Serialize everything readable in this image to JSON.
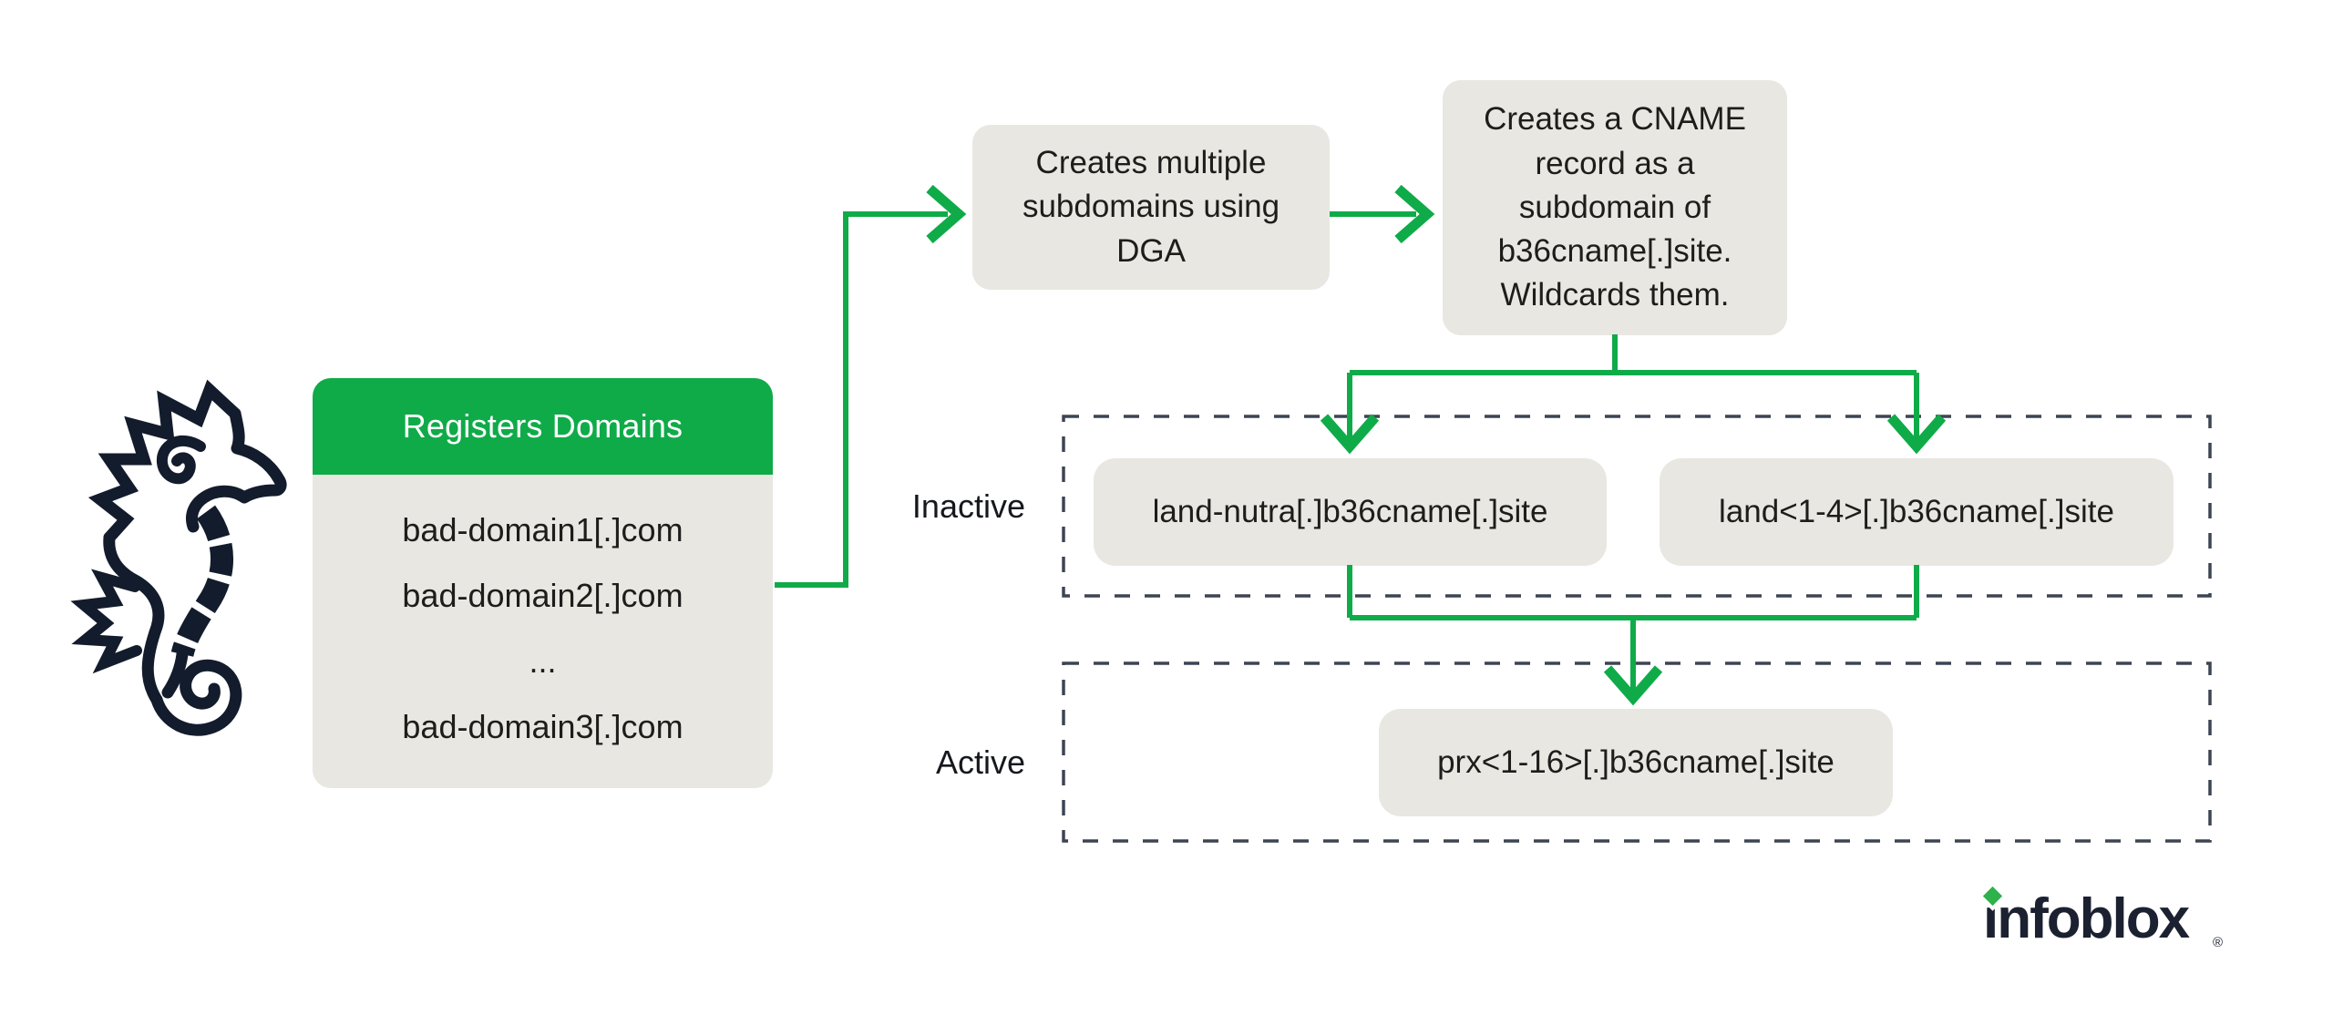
{
  "colors": {
    "green": "#0fab49",
    "box_gray": "#e9e7e2",
    "text_dark": "#1d1d1b",
    "dashed_border": "#3d4452",
    "navy": "#131c2c"
  },
  "actor": {
    "title": "Registers Domains",
    "domains": [
      "bad-domain1[.]com",
      "bad-domain2[.]com",
      "...",
      "bad-domain3[.]com"
    ]
  },
  "steps": {
    "dga": "Creates multiple subdomains using DGA",
    "cname": "Creates a CNAME record as a subdomain of b36cname[.]site. Wildcards them."
  },
  "inactive": {
    "label": "Inactive",
    "left_box": "land-nutra[.]b36cname[.]site",
    "right_box": "land<1-4>[.]b36cname[.]site"
  },
  "active": {
    "label": "Active",
    "box": "prx<1-16>[.]b36cname[.]site"
  },
  "branding": {
    "wordmark": "infoblox",
    "registered": "®"
  }
}
